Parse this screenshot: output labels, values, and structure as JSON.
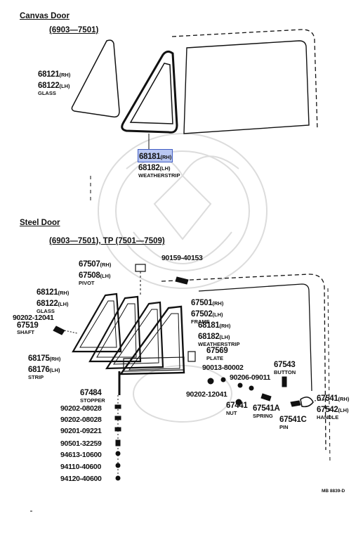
{
  "canvas_door": {
    "title": "Canvas Door",
    "period": "(6903—7501)",
    "glass": {
      "rh": "68121",
      "rh_tag": "(RH)",
      "lh": "68122",
      "lh_tag": "(LH)",
      "name": "GLASS"
    },
    "weatherstrip": {
      "rh": "68181",
      "rh_tag": "(RH)",
      "lh": "68182",
      "lh_tag": "(LH)",
      "name": "WEATHERSTRIP"
    }
  },
  "steel_door": {
    "title": "Steel Door",
    "period": "(6903—7501),  TP  (7501—7509)",
    "parts": {
      "pivot": {
        "rh": "67507",
        "rh_tag": "(RH)",
        "lh": "67508",
        "lh_tag": "(LH)",
        "name": "PIVOT"
      },
      "screw_top": {
        "pn": "90159-40153"
      },
      "glass": {
        "rh": "68121",
        "rh_tag": "(RH)",
        "lh": "68122",
        "lh_tag": "(LH)",
        "name": "GLASS"
      },
      "frame": {
        "rh": "67501",
        "rh_tag": "(RH)",
        "lh": "67502",
        "lh_tag": "(LH)",
        "name": "FRAME"
      },
      "weatherstrip": {
        "rh": "68181",
        "rh_tag": "(RH)",
        "lh": "68182",
        "lh_tag": "(LH)",
        "name": "WEATHERSTRIP"
      },
      "shaft": {
        "pn1": "90202-12041",
        "pn2": "67519",
        "name": "SHAFT"
      },
      "strip": {
        "rh": "68175",
        "rh_tag": "(RH)",
        "lh": "68176",
        "lh_tag": "(LH)",
        "name": "STRIP"
      },
      "plate": {
        "pn": "67569",
        "name": "PLATE"
      },
      "p90013": {
        "pn": "90013-80002"
      },
      "button": {
        "pn": "67543",
        "name": "BUTTON"
      },
      "p90206": {
        "pn": "90206-09011"
      },
      "p90202b": {
        "pn": "90202-12041"
      },
      "nut": {
        "pn": "67441",
        "name": "NUT"
      },
      "spring": {
        "pn": "67541A",
        "name": "SPRING"
      },
      "pin": {
        "pn": "67541C",
        "name": "PIN"
      },
      "handle": {
        "rh": "67541",
        "rh_tag": "(RH)",
        "lh": "67542",
        "lh_tag": "(LH)",
        "name": "HANDLE"
      },
      "stopper": {
        "pn": "67484",
        "name": "STOPPER"
      }
    },
    "hardware_list": [
      "90202-08028",
      "90202-08028",
      "90201-09221",
      "90501-32259",
      "94613-10600",
      "94110-40600",
      "94120-40600"
    ]
  },
  "figure_code": "MB 8839-D",
  "colors": {
    "ink": "#111111",
    "highlight_fill": "#b9c7f2",
    "highlight_border": "#3f5cc4",
    "watermark": "#d9d9d9"
  }
}
